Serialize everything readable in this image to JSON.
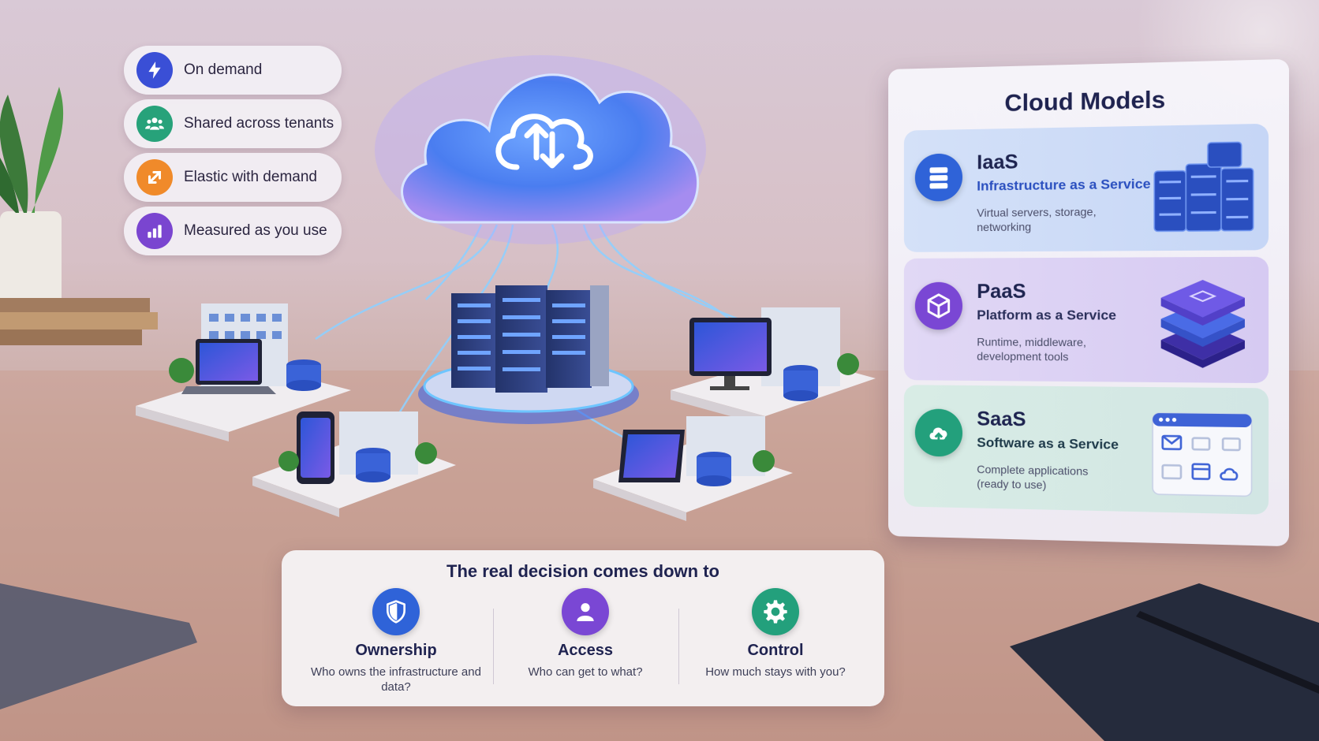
{
  "characteristics": [
    {
      "label": "On demand",
      "icon": "lightning-icon",
      "color": "#3a4fd6"
    },
    {
      "label": "Shared across tenants",
      "icon": "users-icon",
      "color": "#27a27a"
    },
    {
      "label": "Elastic with demand",
      "icon": "expand-arrow-icon",
      "color": "#f08a2a"
    },
    {
      "label": "Measured as you use",
      "icon": "bar-chart-icon",
      "color": "#7a45d0"
    }
  ],
  "models_card": {
    "title": "Cloud Models",
    "models": [
      {
        "name": "IaaS",
        "subtitle": "Infrastructure as a Service",
        "description": "Virtual servers, storage, networking",
        "icon": "server-stack-icon",
        "color": "#2f63d8",
        "accent": "#2a4fbf",
        "bg": "#d7e4f8"
      },
      {
        "name": "PaaS",
        "subtitle": "Platform as a Service",
        "description": "Runtime, middleware, development tools",
        "icon": "cube-icon",
        "color": "#7a47d4",
        "accent": "#2a2f5a",
        "bg": "#e2daf5"
      },
      {
        "name": "SaaS",
        "subtitle": "Software as a Service",
        "description": "Complete applications (ready to use)",
        "icon": "cloud-upload-icon",
        "color": "#23a07c",
        "accent": "#1e3a4a",
        "bg": "#d9ece6"
      }
    ]
  },
  "decision": {
    "title": "The real decision comes down to",
    "items": [
      {
        "heading": "Ownership",
        "description": "Who owns the infrastructure and data?",
        "icon": "shield-icon",
        "color": "#2f63d8"
      },
      {
        "heading": "Access",
        "description": "Who can get to what?",
        "icon": "user-icon",
        "color": "#7a47d4"
      },
      {
        "heading": "Control",
        "description": "How much stays with you?",
        "icon": "gear-icon",
        "color": "#23a07c"
      }
    ]
  }
}
